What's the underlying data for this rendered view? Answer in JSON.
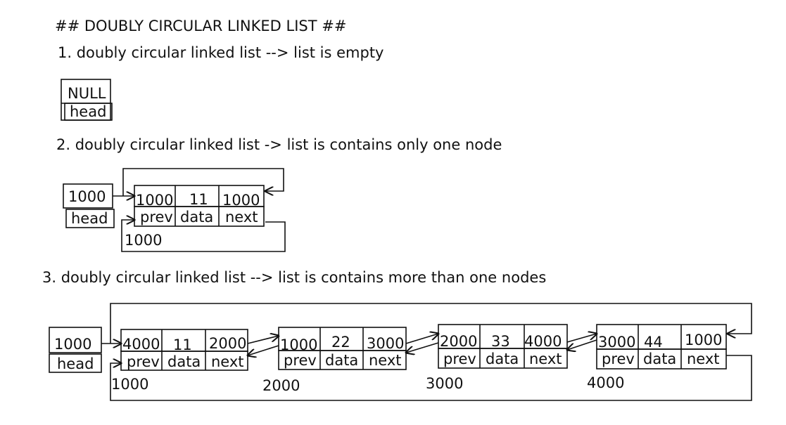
{
  "title": "## DOUBLY CIRCULAR LINKED LIST ##",
  "cases": [
    {
      "heading": "1. doubly circular linked list --> list is empty",
      "head": {
        "value": "NULL",
        "label": "head"
      }
    },
    {
      "heading": "2. doubly circular linked list -> list is contains only one node",
      "head": {
        "value": "1000",
        "label": "head"
      },
      "nodes": [
        {
          "prev": "1000",
          "data": "11",
          "next": "1000",
          "address": "1000"
        }
      ]
    },
    {
      "heading": "3. doubly circular linked list --> list is contains more than one nodes",
      "head": {
        "value": "1000",
        "label": "head"
      },
      "nodes": [
        {
          "prev": "4000",
          "data": "11",
          "next": "2000",
          "address": "1000"
        },
        {
          "prev": "1000",
          "data": "22",
          "next": "3000",
          "address": "2000"
        },
        {
          "prev": "2000",
          "data": "33",
          "next": "4000",
          "address": "3000"
        },
        {
          "prev": "3000",
          "data": "44",
          "next": "1000",
          "address": "4000"
        }
      ]
    }
  ],
  "field_labels": {
    "prev": "prev",
    "data": "data",
    "next": "next"
  }
}
